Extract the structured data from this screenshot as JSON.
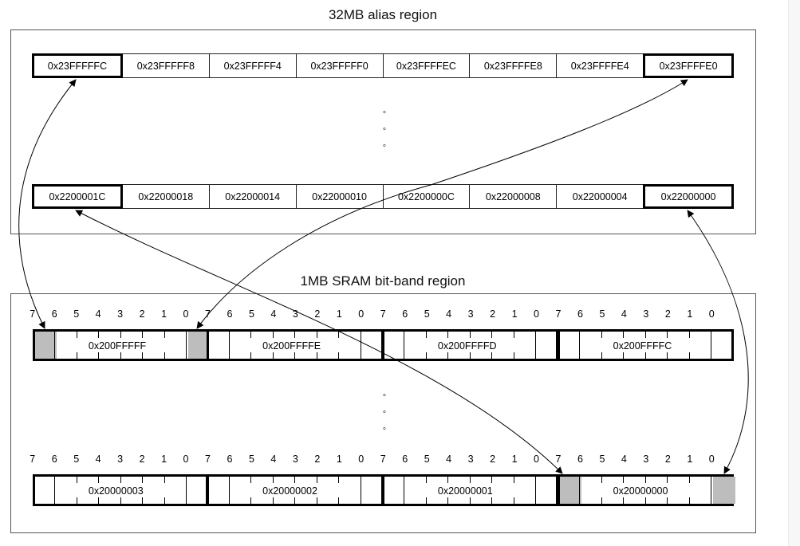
{
  "alias_region": {
    "title": "32MB alias region",
    "top_row": [
      "0x23FFFFFC",
      "0x23FFFFF8",
      "0x23FFFFF4",
      "0x23FFFFF0",
      "0x23FFFFEC",
      "0x23FFFFE8",
      "0x23FFFFE4",
      "0x23FFFFE0"
    ],
    "bottom_row": [
      "0x2200001C",
      "0x22000018",
      "0x22000014",
      "0x22000010",
      "0x2200000C",
      "0x22000008",
      "0x22000004",
      "0x22000000"
    ],
    "highlighted_cells": [
      0,
      7
    ],
    "ellipsis": [
      "°",
      "°",
      "°"
    ]
  },
  "bitband_region": {
    "title": "1MB SRAM bit-band region",
    "bit_numbers": [
      "7",
      "6",
      "5",
      "4",
      "3",
      "2",
      "1",
      "0"
    ],
    "top_bytes": [
      "0x200FFFFF",
      "0x200FFFFE",
      "0x200FFFFD",
      "0x200FFFFC"
    ],
    "bottom_bytes": [
      "0x20000003",
      "0x20000002",
      "0x20000001",
      "0x20000000"
    ],
    "highlighted_bits_top": [
      [
        0,
        7
      ],
      [
        0,
        0
      ]
    ],
    "highlighted_bits_bottom": [
      [
        3,
        7
      ],
      [
        3,
        0
      ]
    ],
    "ellipsis": [
      "°",
      "°",
      "°"
    ]
  },
  "colors": {
    "line": "#000000",
    "highlight_bit": "#bdbdbd",
    "frame": "#555555"
  }
}
